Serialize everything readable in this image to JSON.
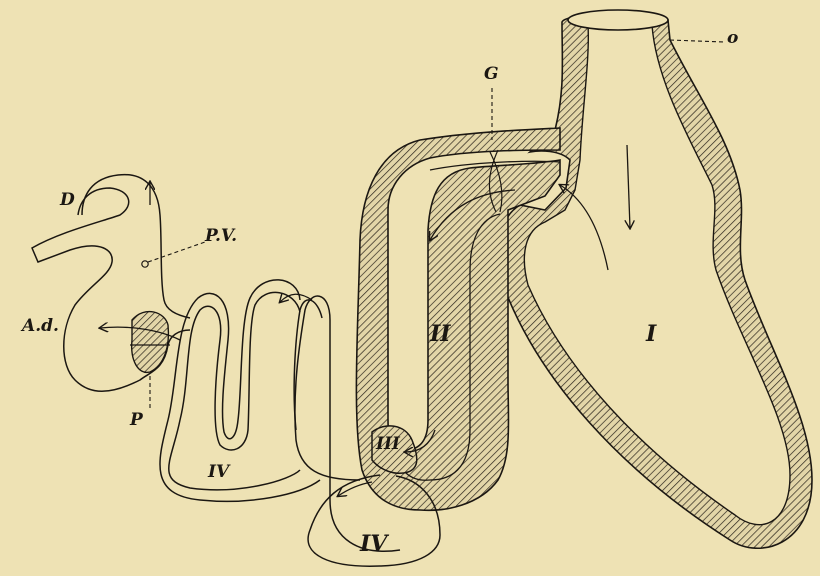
{
  "diagram": {
    "labels": {
      "o": "o",
      "g": "G",
      "d": "D",
      "pv": "P.V.",
      "ad": "A.d.",
      "p": "P",
      "i": "I",
      "ii": "II",
      "iii": "III",
      "iv_left": "IV",
      "iv_bottom": "IV"
    },
    "colors": {
      "paper": "#eee2b4",
      "ink": "#1b1712",
      "hatch_fill": "#d9ccA0"
    }
  }
}
